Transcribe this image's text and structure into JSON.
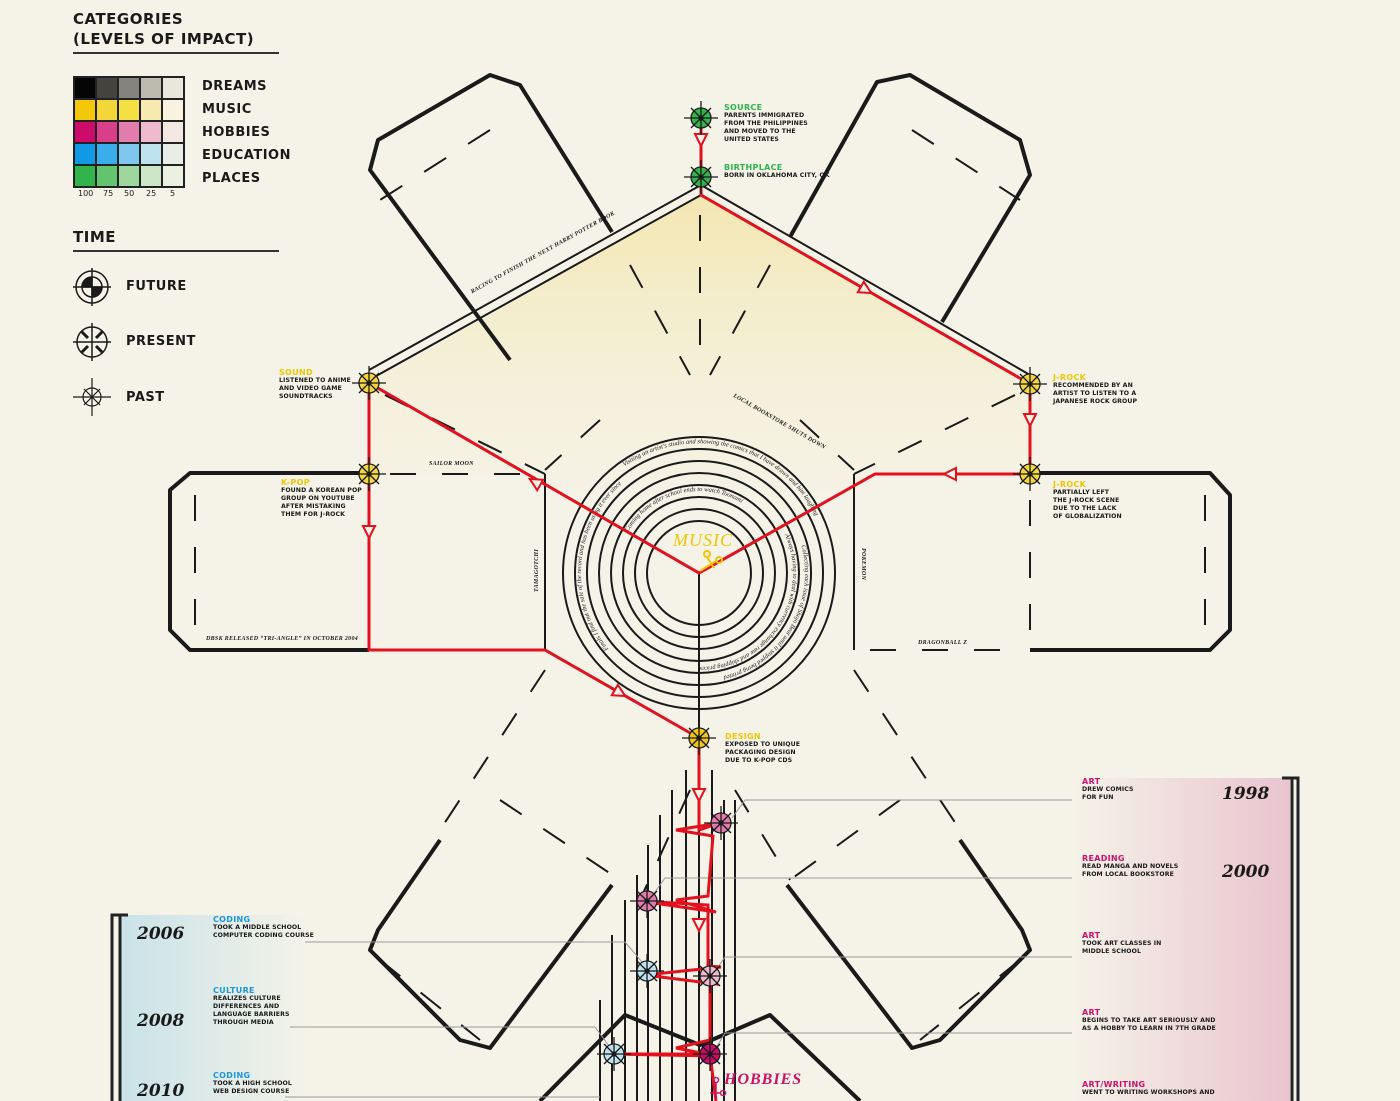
{
  "legend": {
    "categories_title": "CATEGORIES",
    "categories_subtitle": "(LEVELS OF IMPACT)",
    "categories": [
      {
        "label": "DREAMS",
        "colors": [
          "#050505",
          "#45433d",
          "#85847c",
          "#bdbbb0",
          "#e9e7dc"
        ]
      },
      {
        "label": "MUSIC",
        "colors": [
          "#f4c80a",
          "#f5d63a",
          "#f5e043",
          "#f6eab0",
          "#f7f3e0"
        ]
      },
      {
        "label": "HOBBIES",
        "colors": [
          "#cc0b6a",
          "#d83f8a",
          "#e27cad",
          "#efbacd",
          "#f5e7e2"
        ]
      },
      {
        "label": "EDUCATION",
        "colors": [
          "#109ae5",
          "#3aaeea",
          "#7ec7ef",
          "#bfe2ef",
          "#e8ede6"
        ]
      },
      {
        "label": "PLACES",
        "colors": [
          "#33b34b",
          "#64c36f",
          "#9dd79e",
          "#cde7c6",
          "#ecf0e0"
        ]
      }
    ],
    "levels": [
      "100",
      "75",
      "50",
      "25",
      "5"
    ],
    "time_title": "TIME",
    "time": [
      {
        "label": "FUTURE",
        "icon": "future-icon"
      },
      {
        "label": "PRESENT",
        "icon": "present-icon"
      },
      {
        "label": "PAST",
        "icon": "past-icon"
      }
    ]
  },
  "nodes": {
    "source": {
      "title": "SOURCE",
      "desc": "PARENTS IMMIGRATED\nFROM THE PHILIPPINES\nAND MOVED TO THE\nUNITED STATES"
    },
    "birthplace": {
      "title": "BIRTHPLACE",
      "desc": "BORN IN OKLAHOMA CITY, OK"
    },
    "sound": {
      "title": "SOUND",
      "desc": "LISTENED TO ANIME\nAND VIDEO GAME\nSOUNDTRACKS"
    },
    "kpop": {
      "title": "K-POP",
      "desc": "FOUND A KOREAN POP\nGROUP ON YOUTUBE\nAFTER MISTAKING\nTHEM FOR J-ROCK"
    },
    "jrock1": {
      "title": "J-ROCK",
      "desc": "RECOMMENDED BY AN\nARTIST TO LISTEN TO A\nJAPANESE ROCK GROUP"
    },
    "jrock2": {
      "title": "J-ROCK",
      "desc": "PARTIALLY LEFT\nTHE J-ROCK SCENE\nDUE TO THE LACK\nOF GLOBALIZATION"
    },
    "design": {
      "title": "DESIGN",
      "desc": "EXPOSED TO UNIQUE\nPACKAGING DESIGN\nDUE TO K-POP CDS"
    }
  },
  "center": {
    "music_label": "MUSIC",
    "hobbies_label": "HOBBIES"
  },
  "annotations": {
    "harry_potter": "RACING TO FINISH THE NEXT HARRY POTTER BOOK",
    "bookstore": "LOCAL BOOKSTORE SHUTS DOWN",
    "sailor_moon": "SAILOR MOON",
    "tamagotchi": "TAMAGOTCHI",
    "pokemon": "POKEMON",
    "dragonball": "DRAGONBALL Z",
    "dbsk": "DBSK RELEASED “TRI-ANGLE” IN OCTOBER 2004"
  },
  "ring_texts": [
    "Visiting an artist's studio and showing the comics that I have drawn and him laughing",
    "Coming home after school ends to watch Toonami",
    "Always having to deal with currency exchange rate and shipping prices",
    "Collecting each issue of Shojo Beat until it stopped being printed",
    "Finals I find out the sale of the record and has been using it ever since"
  ],
  "timeline_right": {
    "years": [
      "1998",
      "2000"
    ],
    "entries": [
      {
        "title": "ART",
        "desc": "DREW COMICS\nFOR FUN"
      },
      {
        "title": "READING",
        "desc": "READ MANGA AND NOVELS\nFROM LOCAL BOOKSTORE"
      },
      {
        "title": "ART",
        "desc": "TOOK ART CLASSES IN\nMIDDLE SCHOOL"
      },
      {
        "title": "ART",
        "desc": "BEGINS TO TAKE ART SERIOUSLY AND\nAS A HOBBY TO LEARN IN 7TH GRADE"
      },
      {
        "title": "ART/WRITING",
        "desc": "WENT TO WRITING WORKSHOPS AND"
      }
    ]
  },
  "timeline_left": {
    "years": [
      "2006",
      "2008",
      "2010"
    ],
    "entries": [
      {
        "title": "CODING",
        "desc": "TOOK A MIDDLE SCHOOL\nCOMPUTER CODING COURSE"
      },
      {
        "title": "CULTURE",
        "desc": "REALIZES CULTURE\nDIFFERENCES AND\nLANGUAGE BARRIERS\nTHROUGH MEDIA"
      },
      {
        "title": "CODING",
        "desc": "TOOK A HIGH SCHOOL\nWEB DESIGN COURSE"
      }
    ]
  },
  "colors": {
    "path": "#e3111e",
    "background": "#f5f3e8",
    "music": "#f2c500",
    "hobbies": "#cc1166",
    "places": "#3cb54a",
    "education": "#1b95e0"
  }
}
